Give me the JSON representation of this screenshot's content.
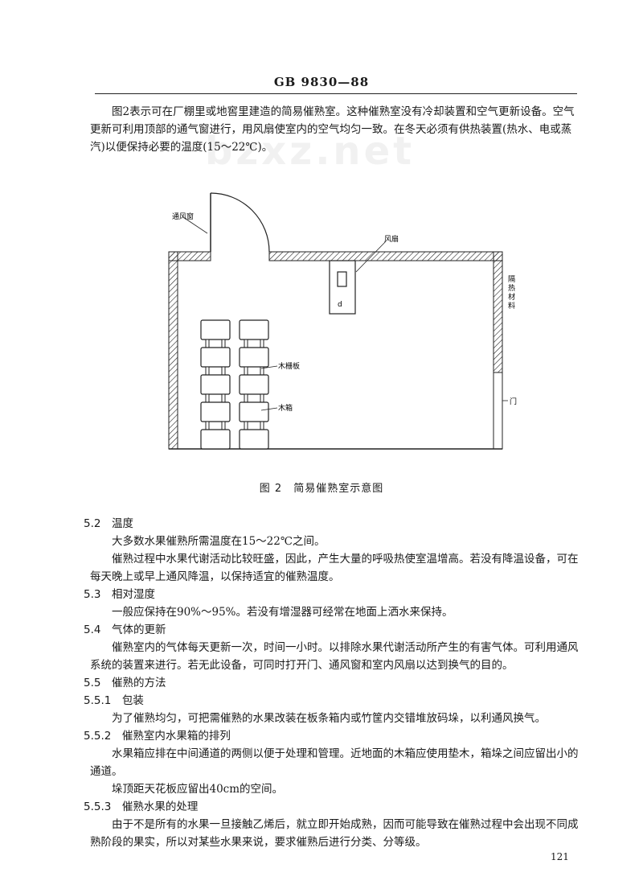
{
  "header": {
    "title": "GB 9830—88"
  },
  "watermark": "bzxz.net",
  "intro": "图2表示可在厂棚里或地窖里建造的简易催熟室。这种催熟室没有冷却装置和空气更新设备。空气更新可利用顶部的通气窗进行，用风扇使室内的空气均匀一致。在冬天必须有供热装置(热水、电或蒸汽)以便保持必要的温度(15～22℃)。",
  "figure": {
    "labels": {
      "vent": "通风窗",
      "fan": "风扇",
      "insulation": "隔热材料",
      "pallet": "木栅板",
      "box": "木箱",
      "door": "门",
      "fan_mark": "d"
    },
    "caption": "图 2　简易催熟室示意图"
  },
  "sections": [
    {
      "heading": "5.2　温度",
      "paras": [
        "大多数水果催熟所需温度在15～22℃之间。",
        "催熟过程中水果代谢活动比较旺盛，因此，产生大量的呼吸热使室温增高。若没有降温设备，可在每天晚上或早上通风降温，以保持适宜的催熟温度。"
      ]
    },
    {
      "heading": "5.3　相对湿度",
      "paras": [
        "一般应保持在90%～95%。若没有增湿器可经常在地面上洒水来保持。"
      ]
    },
    {
      "heading": "5.4　气体的更新",
      "paras": [
        "催熟室内的气体每天更新一次，时间一小时。以排除水果代谢活动所产生的有害气体。可利用通风系统的装置来进行。若无此设备，可同时打开门、通风窗和室内风扇以达到换气的目的。"
      ]
    },
    {
      "heading": "5.5　催熟的方法",
      "paras": []
    },
    {
      "heading": "5.5.1　包装",
      "paras": [
        "为了催熟均匀，可把需催熟的水果改装在板条箱内或竹筐内交错堆放码垛，以利通风换气。"
      ]
    },
    {
      "heading": "5.5.2　催熟室内水果箱的排列",
      "paras": [
        "水果箱应排在中间通道的两侧以便于处理和管理。近地面的木箱应使用垫木，箱垛之间应留出小的通道。",
        "垛顶距天花板应留出40cm的空间。"
      ]
    },
    {
      "heading": "5.5.3　催熟水果的处理",
      "paras": [
        "由于不是所有的水果一旦接触乙烯后，就立即开始成熟，因而可能导致在催熟过程中会出现不同成熟阶段的果实，所以对某些水果来说，要求催熟后进行分类、分等级。"
      ]
    }
  ],
  "page_number": "121"
}
